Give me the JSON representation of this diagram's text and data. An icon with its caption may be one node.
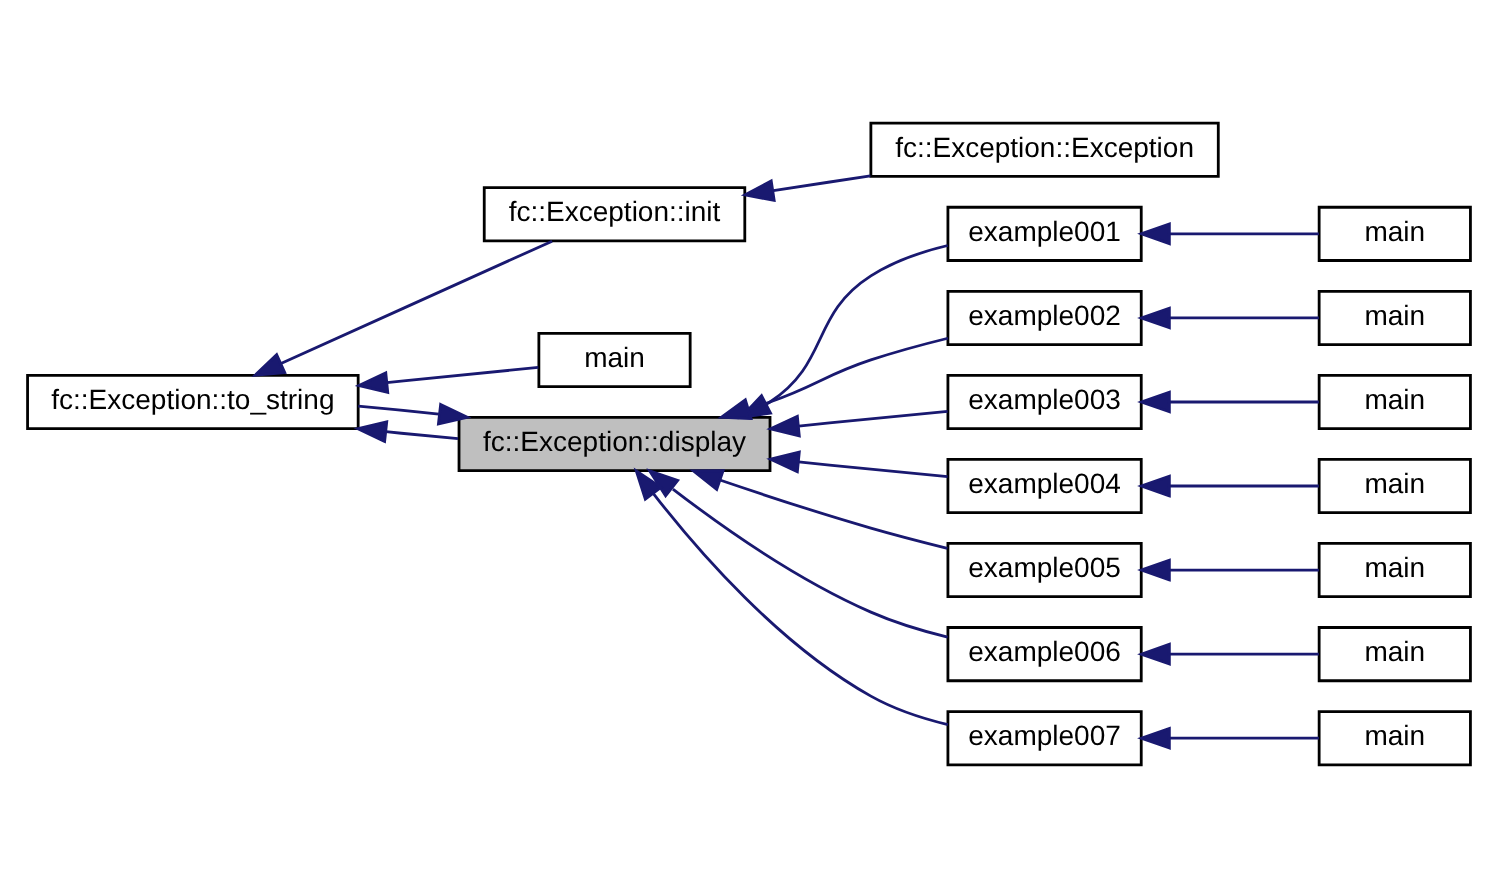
{
  "diagram": {
    "nodes": [
      {
        "text": [
          "fc::Exception::display"
        ]
      },
      {
        "text": [
          "example001"
        ]
      },
      {
        "text": [
          "example002"
        ]
      },
      {
        "text": [
          "example003"
        ]
      },
      {
        "text": [
          "example004"
        ]
      },
      {
        "text": [
          "example005"
        ]
      },
      {
        "text": [
          "example006"
        ]
      },
      {
        "text": [
          "example007"
        ]
      },
      {
        "text": [
          "fc::Exception::to_string"
        ]
      },
      {
        "text": [
          "main"
        ]
      },
      {
        "text": [
          "main"
        ]
      },
      {
        "text": [
          "main"
        ]
      },
      {
        "text": [
          "main"
        ]
      },
      {
        "text": [
          "main"
        ]
      },
      {
        "text": [
          "main"
        ]
      },
      {
        "text": [
          "main"
        ]
      },
      {
        "text": [
          "fc::Exception::init"
        ]
      },
      {
        "text": [
          "main"
        ]
      },
      {
        "text": [
          "fc::Exception::Exception"
        ]
      }
    ],
    "edges": [
      {
        "from": 1,
        "to": 0,
        "arrow": "to"
      },
      {
        "from": 2,
        "to": 0,
        "arrow": "to"
      },
      {
        "from": 3,
        "to": 0,
        "arrow": "to"
      },
      {
        "from": 4,
        "to": 0,
        "arrow": "to"
      },
      {
        "from": 5,
        "to": 0,
        "arrow": "to"
      },
      {
        "from": 6,
        "to": 0,
        "arrow": "to"
      },
      {
        "from": 7,
        "to": 0,
        "arrow": "to"
      },
      {
        "from": 8,
        "to": 0,
        "arrow": "to"
      },
      {
        "from": 0,
        "to": 8,
        "arrow": "to"
      },
      {
        "from": 9,
        "to": 1,
        "arrow": "to"
      },
      {
        "from": 10,
        "to": 2,
        "arrow": "to"
      },
      {
        "from": 11,
        "to": 3,
        "arrow": "to"
      },
      {
        "from": 12,
        "to": 4,
        "arrow": "to"
      },
      {
        "from": 13,
        "to": 5,
        "arrow": "to"
      },
      {
        "from": 14,
        "to": 6,
        "arrow": "to"
      },
      {
        "from": 15,
        "to": 7,
        "arrow": "to"
      },
      {
        "from": 16,
        "to": 8,
        "arrow": "to"
      },
      {
        "from": 17,
        "to": 8,
        "arrow": "to"
      },
      {
        "from": 18,
        "to": 16,
        "arrow": "to"
      }
    ]
  }
}
